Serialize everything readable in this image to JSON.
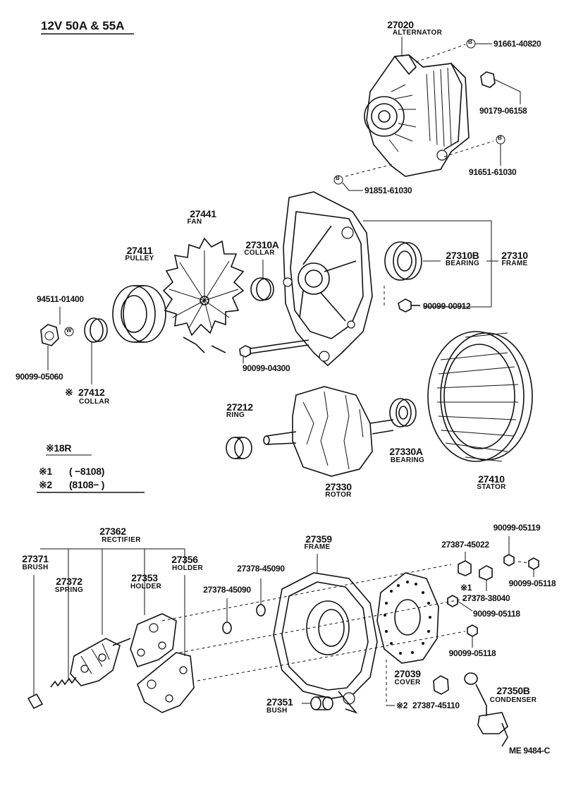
{
  "title": "12V 50A & 55A",
  "figure_id": "ME  9484-C",
  "legend": {
    "r18_mark": "※18R",
    "note1_mark": "※1",
    "note1_range": "(      −8108)",
    "note2_mark": "※2",
    "note2_range": "(8108−      )"
  },
  "parts": {
    "alternator": {
      "number": "27020",
      "name": "ALTERNATOR"
    },
    "bolt_91661": {
      "number": "91661-40820"
    },
    "nut_90179": {
      "number": "90179-06158"
    },
    "bolt_91651": {
      "number": "91651-61030"
    },
    "bolt_91851": {
      "number": "91851-61030"
    },
    "b_mark": "B",
    "w_mark": "W",
    "fan": {
      "number": "27441",
      "name": "FAN"
    },
    "pulley": {
      "number": "27411",
      "name": "PULLEY"
    },
    "collar_a": {
      "number": "27310A",
      "name": "COLLAR"
    },
    "bearing_b": {
      "number": "27310B",
      "name": "BEARING"
    },
    "frame": {
      "number": "27310",
      "name": "FRAME"
    },
    "washer_94511": {
      "number": "94511-01400"
    },
    "screw_90099_00912": {
      "number": "90099-00912"
    },
    "nut_90099_05060": {
      "number": "90099-05060"
    },
    "bolt_90099_04300": {
      "number": "90099-04300"
    },
    "collar_27412": {
      "mark": "※",
      "number": "27412",
      "name": "COLLAR"
    },
    "ring": {
      "number": "27212",
      "name": "RING"
    },
    "bearing_a": {
      "number": "27330A",
      "name": "BEARING"
    },
    "rotor": {
      "number": "27330",
      "name": "ROTOR"
    },
    "stator": {
      "number": "27410",
      "name": "STATOR"
    },
    "rectifier": {
      "number": "27362",
      "name": "RECTIFIER"
    },
    "brush": {
      "number": "27371",
      "name": "BRUSH"
    },
    "spring": {
      "number": "27372",
      "name": "SPRING"
    },
    "holder_53": {
      "number": "27353",
      "name": "HOLDER"
    },
    "holder_56": {
      "number": "27356",
      "name": "HOLDER"
    },
    "insulator_upper": {
      "number": "27378-45090"
    },
    "insulator_lower": {
      "number": "27378-45090"
    },
    "rear_frame": {
      "number": "27359",
      "name": "FRAME"
    },
    "terminal_45022": {
      "number": "27387-45022"
    },
    "nut_05119": {
      "number": "90099-05119"
    },
    "nut_05118_a": {
      "number": "90099-05118"
    },
    "insulator_38040": {
      "mark": "※1",
      "number": "27378-38040"
    },
    "nut_05118_b": {
      "number": "90099-05118"
    },
    "nut_05118_c": {
      "number": "90099-05118"
    },
    "cover": {
      "number": "27039",
      "name": "COVER"
    },
    "terminal_45110": {
      "mark": "※2",
      "number": "27387-45110"
    },
    "condenser": {
      "number": "27350B",
      "name": "CONDENSER"
    },
    "bush": {
      "number": "27351",
      "name": "BUSH"
    }
  }
}
